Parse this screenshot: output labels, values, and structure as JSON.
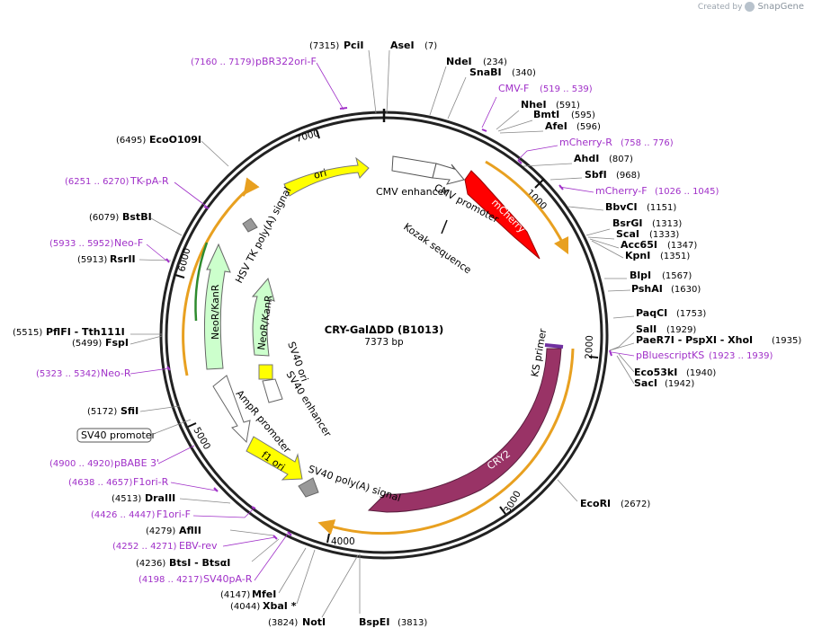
{
  "credit": {
    "created_by": "Created by",
    "brand": "SnapGene"
  },
  "plasmid": {
    "name": "CRY-GalΔDD (B1013)",
    "length": "7373 bp",
    "total_bp": 7373
  },
  "ticks": [
    "1000",
    "2000",
    "3000",
    "4000",
    "5000",
    "6000",
    "7000"
  ],
  "features": [
    {
      "name": "mCherry",
      "color": "#ff0000",
      "text_color": "#ffffff"
    },
    {
      "name": "CRY2",
      "color": "#993366",
      "text_color": "#ffffff"
    },
    {
      "name": "ori",
      "color": "#ffff00",
      "text_color": "#000000"
    },
    {
      "name": "f1 ori",
      "color": "#ffff00",
      "text_color": "#000000"
    },
    {
      "name": "NeoR/KanR",
      "color": "#ccffcc",
      "text_color": "#000000"
    },
    {
      "name": "NeoR/KanR",
      "color": "#ccffcc",
      "text_color": "#000000"
    },
    {
      "name": "AmpR promoter",
      "color": "#ffffff",
      "text_color": "#000000"
    },
    {
      "name": "CMV enhancer",
      "color": "#ffffff",
      "text_color": "#000000"
    },
    {
      "name": "CMV promoter",
      "color": "#ffffff",
      "text_color": "#000000"
    },
    {
      "name": "HSV TK poly(A) signal",
      "color": "#999999",
      "text_color": "#000000"
    },
    {
      "name": "SV40 poly(A) signal",
      "color": "#999999",
      "text_color": "#000000"
    },
    {
      "name": "SV40 ori",
      "color": "#ffff00",
      "text_color": "#000000"
    },
    {
      "name": "SV40 enhancer",
      "color": "#ffffff",
      "text_color": "#000000"
    },
    {
      "name": "Kozak sequence",
      "color": "#000000",
      "text_color": "#000000"
    },
    {
      "name": "KS primer",
      "color": "#000000",
      "text_color": "#000000"
    },
    {
      "name": "SV40 promoter",
      "color": "#ffffff",
      "text_color": "#000000"
    }
  ],
  "labels": [
    {
      "name": "PciI",
      "pos": "(7315)",
      "type": "enzyme"
    },
    {
      "name": "AseI",
      "pos": "(7)",
      "type": "enzyme"
    },
    {
      "name": "NdeI",
      "pos": "(234)",
      "type": "enzyme"
    },
    {
      "name": "SnaBI",
      "pos": "(340)",
      "type": "enzyme"
    },
    {
      "name": "CMV-F",
      "pos": "(519 .. 539)",
      "type": "primer"
    },
    {
      "name": "NheI",
      "pos": "(591)",
      "type": "enzyme"
    },
    {
      "name": "BmtI",
      "pos": "(595)",
      "type": "enzyme"
    },
    {
      "name": "AfeI",
      "pos": "(596)",
      "type": "enzyme"
    },
    {
      "name": "mCherry-R",
      "pos": "(758 .. 776)",
      "type": "primer"
    },
    {
      "name": "AhdI",
      "pos": "(807)",
      "type": "enzyme"
    },
    {
      "name": "SbfI",
      "pos": "(968)",
      "type": "enzyme"
    },
    {
      "name": "mCherry-F",
      "pos": "(1026 .. 1045)",
      "type": "primer"
    },
    {
      "name": "BbvCI",
      "pos": "(1151)",
      "type": "enzyme"
    },
    {
      "name": "BsrGI",
      "pos": "(1313)",
      "type": "enzyme"
    },
    {
      "name": "ScaI",
      "pos": "(1333)",
      "type": "enzyme"
    },
    {
      "name": "Acc65I",
      "pos": "(1347)",
      "type": "enzyme"
    },
    {
      "name": "KpnI",
      "pos": "(1351)",
      "type": "enzyme"
    },
    {
      "name": "BlpI",
      "pos": "(1567)",
      "type": "enzyme"
    },
    {
      "name": "PshAI",
      "pos": "(1630)",
      "type": "enzyme"
    },
    {
      "name": "PaqCI",
      "pos": "(1753)",
      "type": "enzyme"
    },
    {
      "name": "SalI",
      "pos": "(1929)",
      "type": "enzyme"
    },
    {
      "name": "PaeR7I - PspXI - XhoI",
      "pos": "(1935)",
      "type": "enzyme"
    },
    {
      "name": "pBluescriptKS",
      "pos": "(1923 .. 1939)",
      "type": "primer"
    },
    {
      "name": "Eco53kI",
      "pos": "(1940)",
      "type": "enzyme"
    },
    {
      "name": "SacI",
      "pos": "(1942)",
      "type": "enzyme"
    },
    {
      "name": "EcoRI",
      "pos": "(2672)",
      "type": "enzyme"
    },
    {
      "name": "BspEI",
      "pos": "(3813)",
      "type": "enzyme"
    },
    {
      "name": "NotI",
      "pos": "(3824)",
      "type": "enzyme"
    },
    {
      "name": "XbaI *",
      "pos": "(4044)",
      "type": "enzyme"
    },
    {
      "name": "MfeI",
      "pos": "(4147)",
      "type": "enzyme"
    },
    {
      "name": "SV40pA-R",
      "pos": "(4198 .. 4217)",
      "type": "primer"
    },
    {
      "name": "BtsI - BtsαI",
      "pos": "(4236)",
      "type": "enzyme"
    },
    {
      "name": "EBV-rev",
      "pos": "(4252 .. 4271)",
      "type": "primer"
    },
    {
      "name": "AflII",
      "pos": "(4279)",
      "type": "enzyme"
    },
    {
      "name": "F1ori-F",
      "pos": "(4426 .. 4447)",
      "type": "primer"
    },
    {
      "name": "DraIII",
      "pos": "(4513)",
      "type": "enzyme"
    },
    {
      "name": "F1ori-R",
      "pos": "(4638 .. 4657)",
      "type": "primer"
    },
    {
      "name": "pBABE 3'",
      "pos": "(4900 .. 4920)",
      "type": "primer"
    },
    {
      "name": "SfiI",
      "pos": "(5172)",
      "type": "enzyme"
    },
    {
      "name": "Neo-R",
      "pos": "(5323 .. 5342)",
      "type": "primer"
    },
    {
      "name": "FspI",
      "pos": "(5499)",
      "type": "enzyme"
    },
    {
      "name": "PflFI - Tth111I",
      "pos": "(5515)",
      "type": "enzyme"
    },
    {
      "name": "RsrII",
      "pos": "(5913)",
      "type": "enzyme"
    },
    {
      "name": "Neo-F",
      "pos": "(5933 .. 5952)",
      "type": "primer"
    },
    {
      "name": "BstBI",
      "pos": "(6079)",
      "type": "enzyme"
    },
    {
      "name": "TK-pA-R",
      "pos": "(6251 .. 6270)",
      "type": "primer"
    },
    {
      "name": "EcoO109I",
      "pos": "(6495)",
      "type": "enzyme"
    },
    {
      "name": "pBR322ori-F",
      "pos": "(7160 .. 7179)",
      "type": "primer"
    }
  ]
}
